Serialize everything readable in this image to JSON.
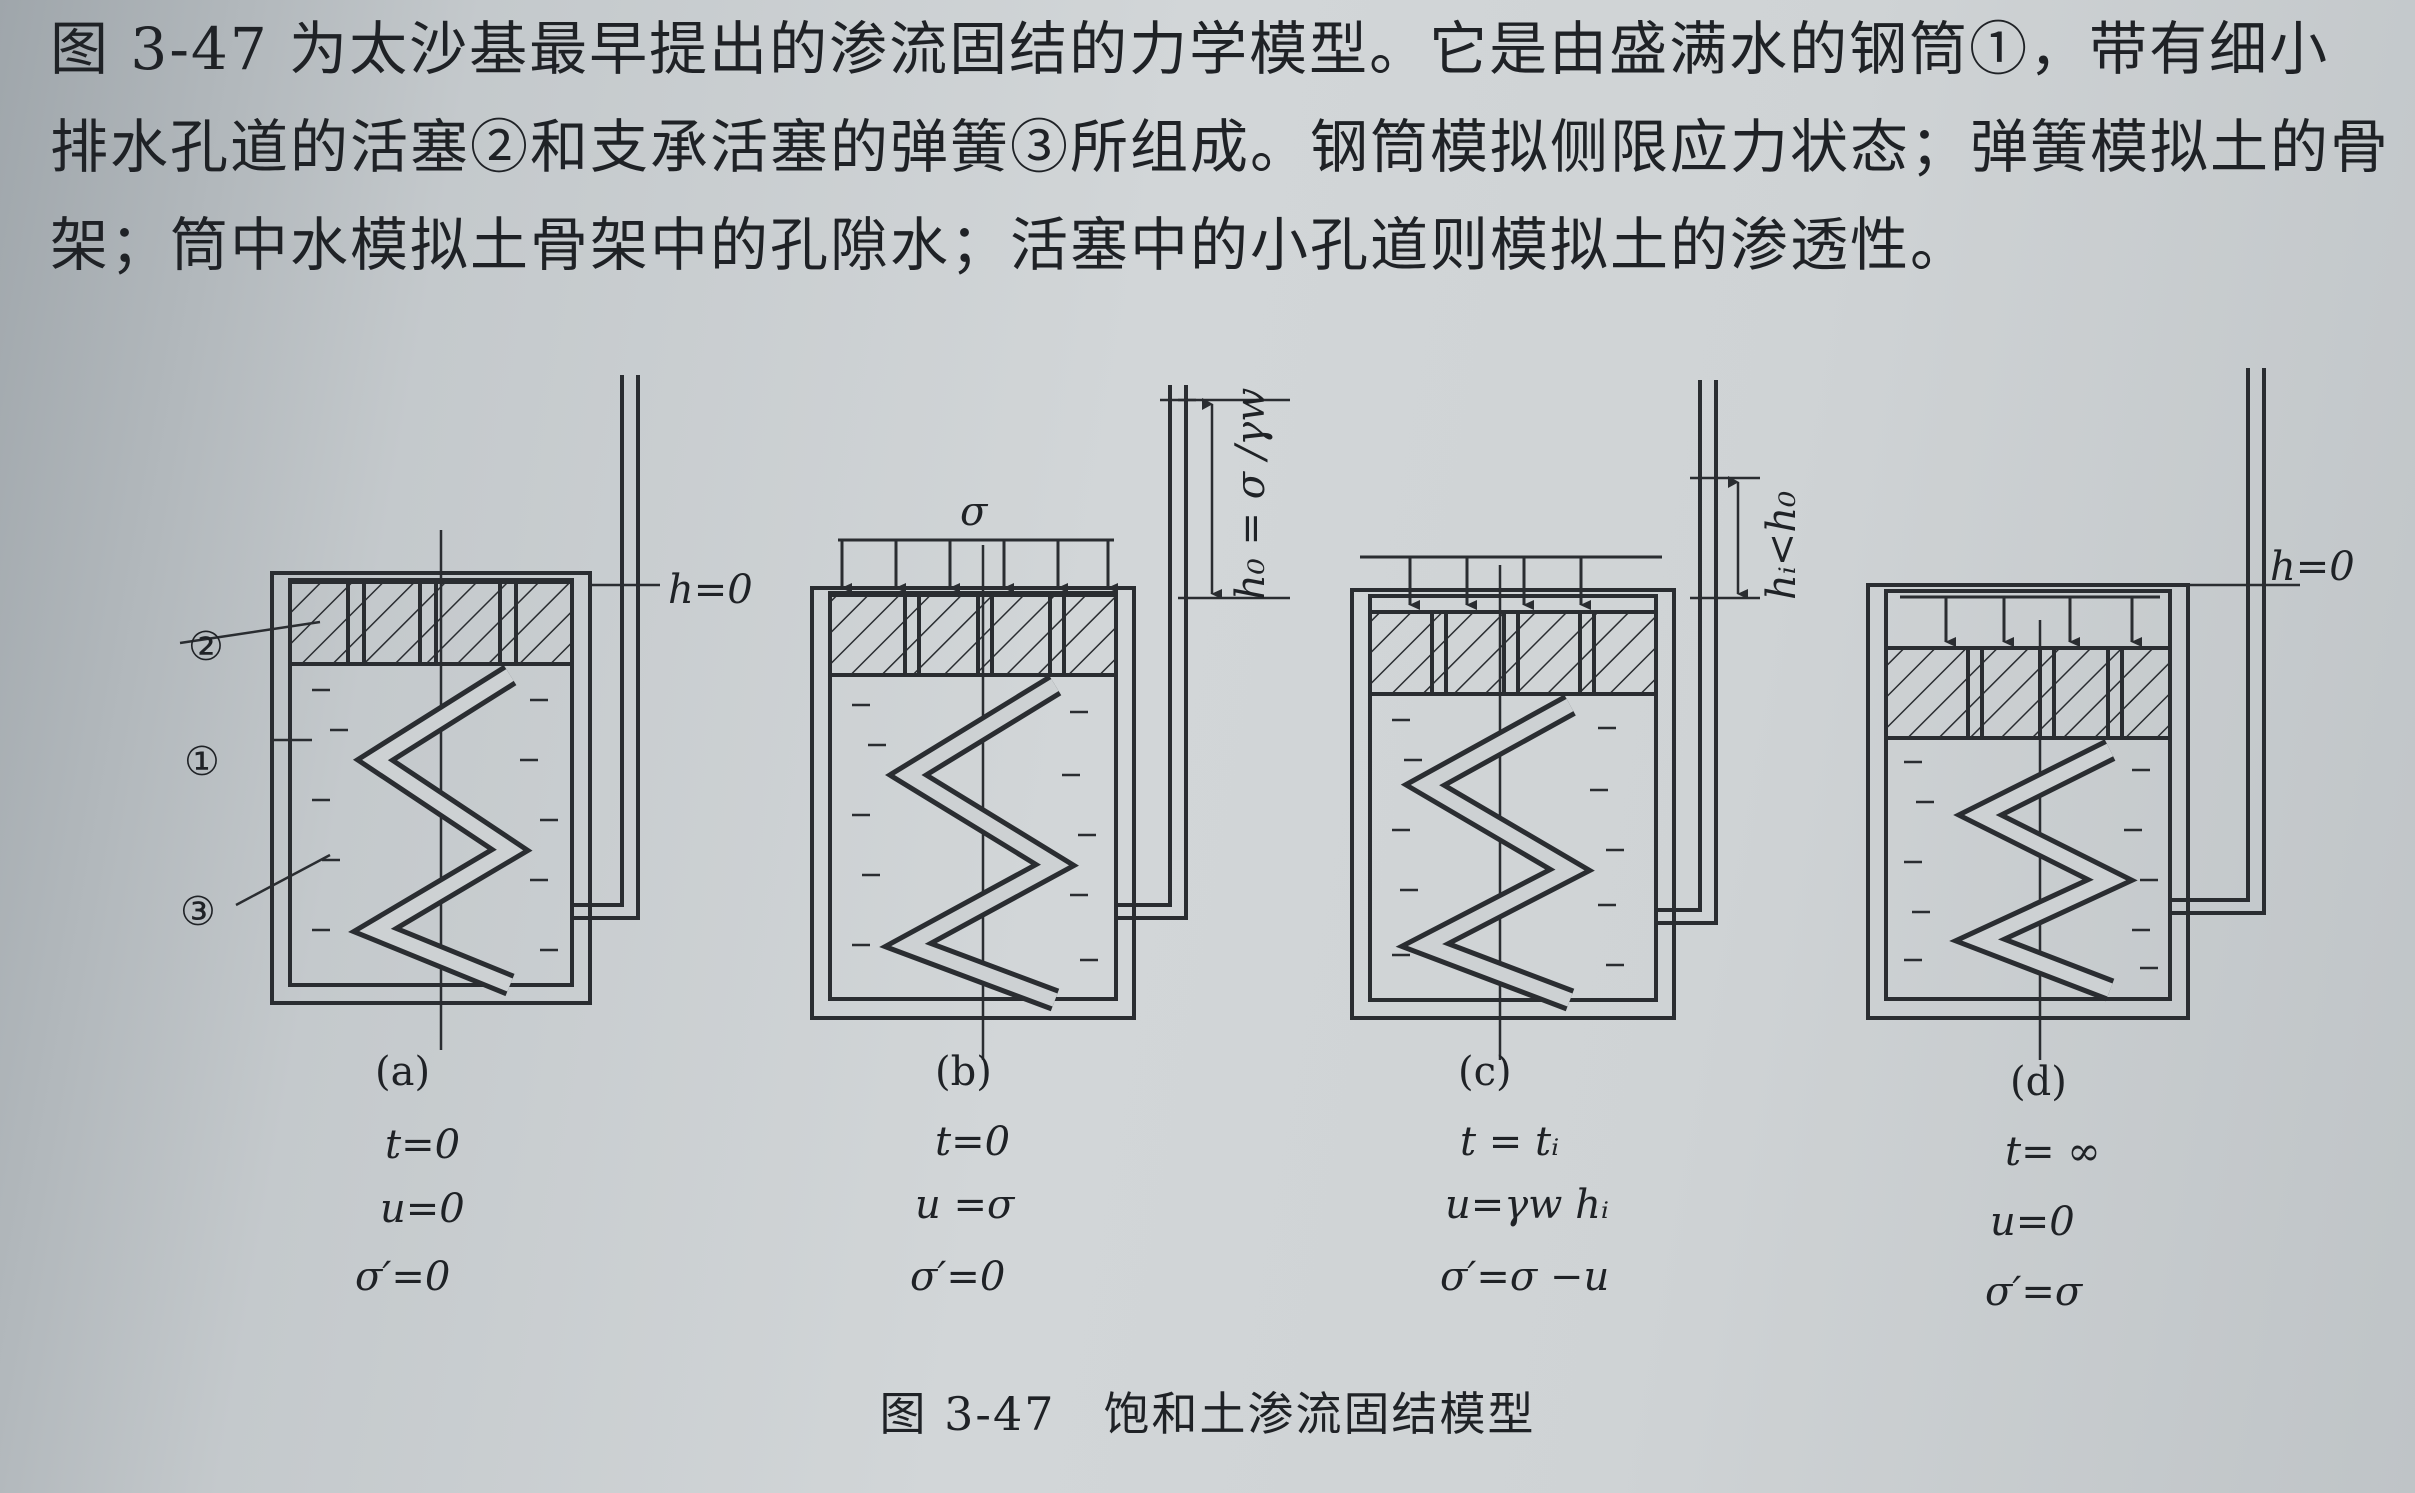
{
  "paragraph": {
    "line1": "图 3-47 为太沙基最早提出的渗流固结的力学模型。它是由盛满水的钢筒①，带有细小",
    "line2": "排水孔道的活塞②和支承活塞的弹簧③所组成。钢筒模拟侧限应力状态；弹簧模拟土的骨",
    "line3": "架；筒中水模拟土骨架中的孔隙水；活塞中的小孔道则模拟土的渗透性。"
  },
  "figure": {
    "callouts": {
      "piston": "②",
      "cylinder": "①",
      "spring": "③"
    },
    "load_symbol": "σ",
    "panels": [
      {
        "id": "a",
        "label": "(a)",
        "head_label": "h=0",
        "t": "t=0",
        "u": "u=0",
        "sigma_eff": "σ′=0"
      },
      {
        "id": "b",
        "label": "(b)",
        "head_label": "h₀ = σ /γw",
        "t": "t=0",
        "u": "u =σ",
        "sigma_eff": "σ′=0"
      },
      {
        "id": "c",
        "label": "(c)",
        "head_label": "hᵢ<h₀",
        "t": "t = tᵢ",
        "u": "u=γw hᵢ",
        "sigma_eff": "σ′=σ −u"
      },
      {
        "id": "d",
        "label": "(d)",
        "head_label": "h=0",
        "t": "t= ∞",
        "u": "u=0",
        "sigma_eff": "σ′=σ"
      }
    ]
  },
  "caption": "图 3-47　饱和土渗流固结模型"
}
